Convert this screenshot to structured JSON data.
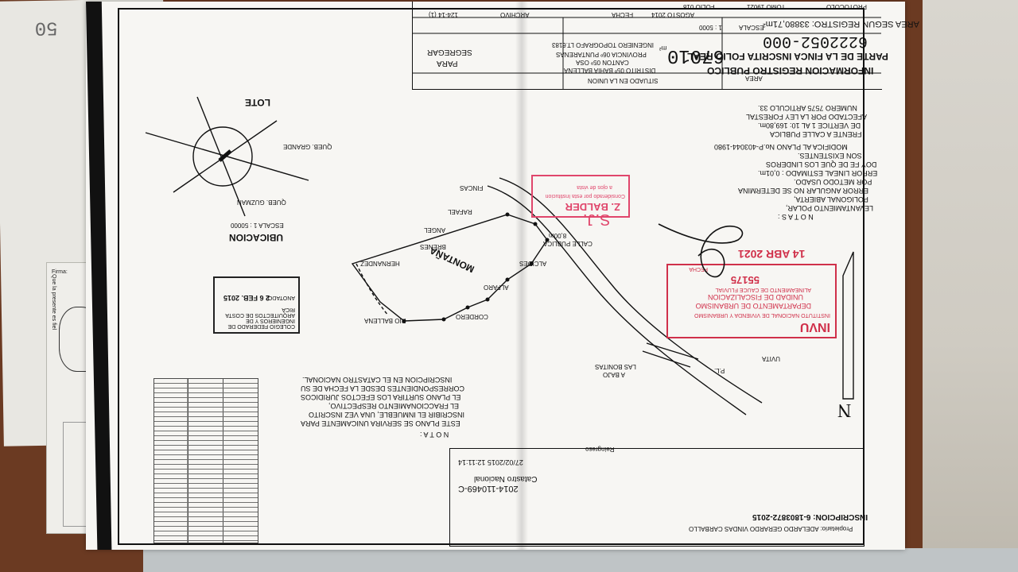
{
  "header": {
    "col1": "PROTOCOLO",
    "col2": "TOMO 19021",
    "col3": "FOLIO 018",
    "col4": "FECHA",
    "col5": "AGOSTO 2014",
    "col6": "ARCHIVO",
    "col7": "124-14 (1)",
    "title1": "INFORMACION REGISTRO PUBLICO",
    "title2": "PARTE DE LA FINCA INSCRITA FOLIO REAL",
    "folio": "6222052-000",
    "area_registro": "AREA SEGUN REGISTRO: 33880,71m²",
    "area_label": "AREA",
    "area_value": "67010",
    "area_unit": "m²",
    "escala_label": "ESCALA",
    "escala_value": "1 : 5000",
    "situado": "SITUADO EN LA UNION",
    "distrito": "DISTRITO 05º BAHIA BALLENA",
    "canton": "CANTON 05º OSA",
    "provincia": "PROVINCIA 06º PUNTARENAS",
    "ingeniero": "INGENIERO TOPOGRAFO LT.6183",
    "para_line1": "PARA",
    "para_line2": "SEGREGAR"
  },
  "notas_top": {
    "heading": "N O T A S :",
    "lines": [
      "LEVANTAMIENTO POLAR,",
      "POLIGONAL ABIERTA,",
      "ERROR ANGULAR NO SE DETERMINA",
      "POR METODO USADO.",
      "ERROR LINEAL ESTIMADO : 0,01m.",
      "DOY FE DE QUE LOS LINDEROS",
      "SON EXISTENTES.",
      "MODIFICA AL PLANO No.P-403044-1980",
      "FRENTE A CALLE PUBLICA",
      "DE VERTICE 1 AL 10: 169,80m.",
      "AFECTADO POR LA LEY FORESTAL",
      "NUMERO 7575 ARTICULO 33."
    ]
  },
  "nota_bottom": {
    "heading": "N O T A :",
    "lines": [
      "ESTE PLANO SE SERVIRA UNICAMENTE PARA",
      "INSCRIBIR EL INMUEBLE, UNA VEZ INSCRITO",
      "EL FRACCIONAMIENTO RESPECTIVO,",
      "EL PLANO SURTIRA LOS EFECTOS JURIDICOS",
      "CORRESPONDIENTES DESDE LA FECHA DE SU",
      "INSCRIPCION EN EL CATASTRO NACIONAL."
    ]
  },
  "map_labels": {
    "montana": "MONTAÑA",
    "ubicacion": "UBICACION",
    "escala_ubic": "ESCALA 1 : 50000",
    "lote": "LOTE",
    "norte": "N",
    "calle_publica": "CALLE PUBLICA",
    "calle_ancho": "8,00m",
    "fincas": "FINCAS",
    "rafael": "RAFAEL",
    "angel": "ANGEL",
    "brenes": "BRENES",
    "hernandez": "HERNANDEZ",
    "alcides": "ALCIDES",
    "alfaro": "ALFARO",
    "cordero": "CORDERO",
    "rio_ballena": "RIO BALLENA",
    "las_bonitas": "LAS BONITAS",
    "a_bajo": "A BAJO",
    "uvita": "UVITA",
    "quebrada_grande": "QUEB. GRANDE",
    "quebrada_guzman": "QUEB. GUZMAN",
    "pl": "P.L."
  },
  "stamps": {
    "invu_brand": "INVU",
    "invu_name": "INSTITUTO NACIONAL DE VIVIENDA Y URBANISMO",
    "invu_dept": "DEPARTAMENTO DE URBANISMO",
    "invu_unit": "UNIDAD DE FISCALIZACION",
    "invu_sub": "ALINEAMIENTO DE CAUCE FLUVIAL",
    "invu_date": "14 ABR 2021",
    "invu_number": "55175",
    "fecha_label": "FECHA",
    "pink_name": "Z. BALDER",
    "pink_note1": "Considerado por esta Institucion",
    "pink_note2": "a ojos de vista",
    "pink_initials": "S.J.",
    "colegio_name": "COLEGIO FEDERADO DE INGENIEROS Y DE ARQUITECTOS DE COSTA RICA",
    "colegio_date": "2 6 FEB. 2015",
    "colegio_label": "ANOTADO:"
  },
  "catastro": {
    "title": "Catastro Nacional",
    "number": "2014-110469-C",
    "datetime": "27/02/2015 12:11:14",
    "ingreso": "Reingreso",
    "inscripcion": "INSCRIPCION: 6-1803872-2015",
    "propietario": "Propietario: ADELARDO GERARDO VINDAS CARBALLO"
  },
  "side_form": {
    "line1": "Que la presente es fiel",
    "line2": "Firma:"
  },
  "margin_marks": {
    "top_left": "50"
  }
}
